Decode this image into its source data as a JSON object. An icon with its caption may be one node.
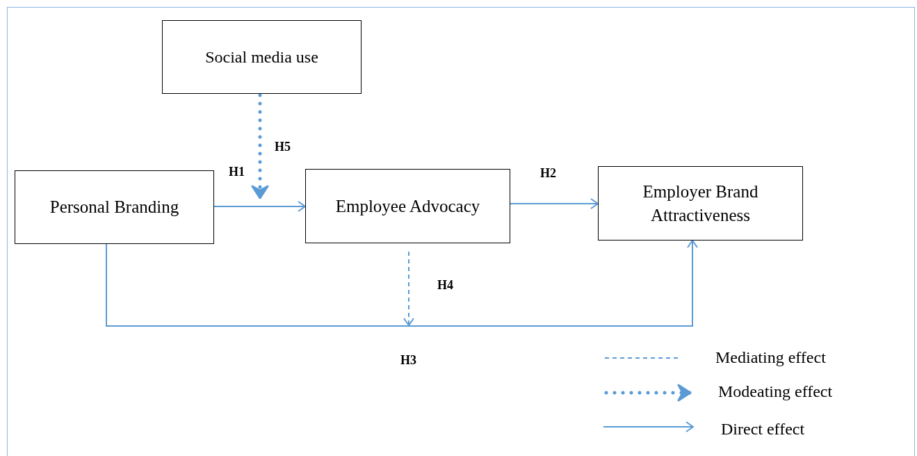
{
  "diagram": {
    "nodes": [
      {
        "text": [
          "Social media use"
        ]
      },
      {
        "text": [
          "Personal Branding"
        ]
      },
      {
        "text": [
          "Employee Advocacy"
        ]
      },
      {
        "text": [
          "Employer Brand Attractiveness"
        ]
      }
    ],
    "edges": [
      {
        "from": 1,
        "to": 2,
        "arrow": "to",
        "label": "H1"
      },
      {
        "from": 0,
        "to": null,
        "arrow": "to",
        "label": "H5",
        "style": "dashed"
      },
      {
        "from": 2,
        "to": 3,
        "arrow": "to",
        "label": "H2"
      },
      {
        "from": 1,
        "to": 3,
        "arrow": "to",
        "label": "H3"
      },
      {
        "from": 2,
        "to": null,
        "arrow": "to",
        "label": "H4",
        "style": "dashed"
      }
    ],
    "legend": [
      {
        "text": "Mediating effect"
      },
      {
        "text": "Modeating effect"
      },
      {
        "text": "Direct effect"
      }
    ]
  }
}
